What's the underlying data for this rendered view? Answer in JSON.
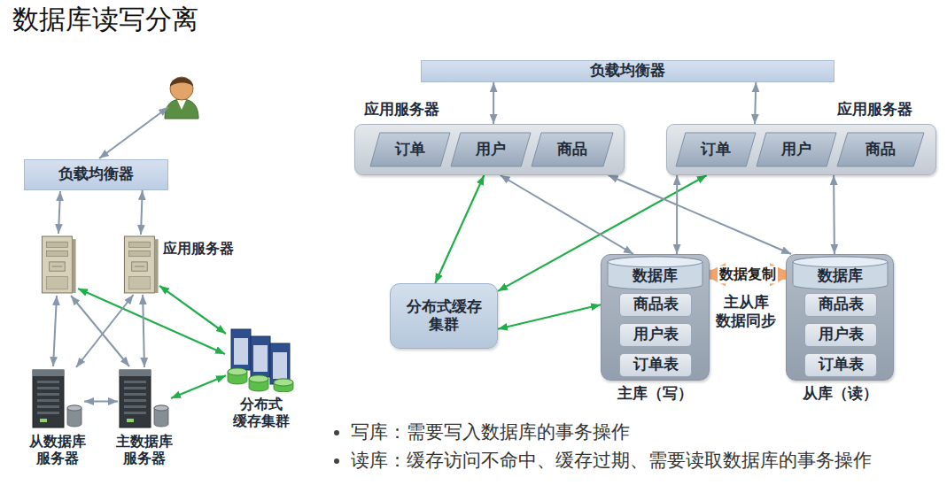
{
  "diagram": {
    "title": "数据库读写分离",
    "nodes": [
      {
        "text": [
          "负载均衡器"
        ]
      },
      {
        "text": [
          "应用服务器"
        ]
      },
      {
        "text": [
          "分布式 缓存集群"
        ]
      },
      {
        "text": [
          "从数据库 服务器"
        ]
      },
      {
        "text": [
          "主数据库 服务器"
        ]
      },
      {
        "text": [
          "负载均衡器"
        ]
      },
      {
        "text": [
          "应用服务器"
        ]
      },
      {
        "text": [
          "订单"
        ],
        "in": 6
      },
      {
        "text": [
          "用户"
        ],
        "in": 6
      },
      {
        "text": [
          "商品"
        ],
        "in": 6
      },
      {
        "text": [
          "应用服务器"
        ]
      },
      {
        "text": [
          "订单"
        ],
        "in": 10
      },
      {
        "text": [
          "用户"
        ],
        "in": 10
      },
      {
        "text": [
          "商品"
        ],
        "in": 10
      },
      {
        "text": [
          "分布式缓存 集群"
        ]
      },
      {
        "text": [
          "主库（写）"
        ]
      },
      {
        "text": [
          "数据库"
        ],
        "in": 15
      },
      {
        "text": [
          "商品表"
        ],
        "in": 15
      },
      {
        "text": [
          "用户表"
        ],
        "in": 15
      },
      {
        "text": [
          "订单表"
        ],
        "in": 15
      },
      {
        "text": [
          "从库（读）"
        ]
      },
      {
        "text": [
          "数据库"
        ],
        "in": 20
      },
      {
        "text": [
          "商品表"
        ],
        "in": 20
      },
      {
        "text": [
          "用户表"
        ],
        "in": 20
      },
      {
        "text": [
          "订单表"
        ],
        "in": 20
      }
    ],
    "edges": [
      {
        "from": 0,
        "to": 1,
        "arrow": "both"
      },
      {
        "from": 1,
        "to": 3,
        "arrow": "both"
      },
      {
        "from": 1,
        "to": 4,
        "arrow": "both"
      },
      {
        "from": 3,
        "to": 4,
        "arrow": "both"
      },
      {
        "from": 1,
        "to": 2,
        "arrow": "both"
      },
      {
        "from": 4,
        "to": 2,
        "arrow": "both"
      },
      {
        "from": 5,
        "to": 6,
        "arrow": "both"
      },
      {
        "from": 5,
        "to": 10,
        "arrow": "both"
      },
      {
        "from": 6,
        "to": 14,
        "arrow": "both"
      },
      {
        "from": 10,
        "to": 14,
        "arrow": "both"
      },
      {
        "from": 14,
        "to": 15,
        "arrow": "both"
      },
      {
        "from": 6,
        "to": 15,
        "arrow": "both"
      },
      {
        "from": 6,
        "to": 20,
        "arrow": "both"
      },
      {
        "from": 10,
        "to": 15,
        "arrow": "both"
      },
      {
        "from": 10,
        "to": 20,
        "arrow": "both"
      },
      {
        "from": 16,
        "to": 21,
        "label": "数据复制",
        "arrow": "both"
      }
    ],
    "labels": [
      "主从库 数据同步",
      "写库：需要写入数据库的事务操作",
      "读库：缓存访问不命中、缓存过期、需要读取数据库的事务操作"
    ]
  }
}
